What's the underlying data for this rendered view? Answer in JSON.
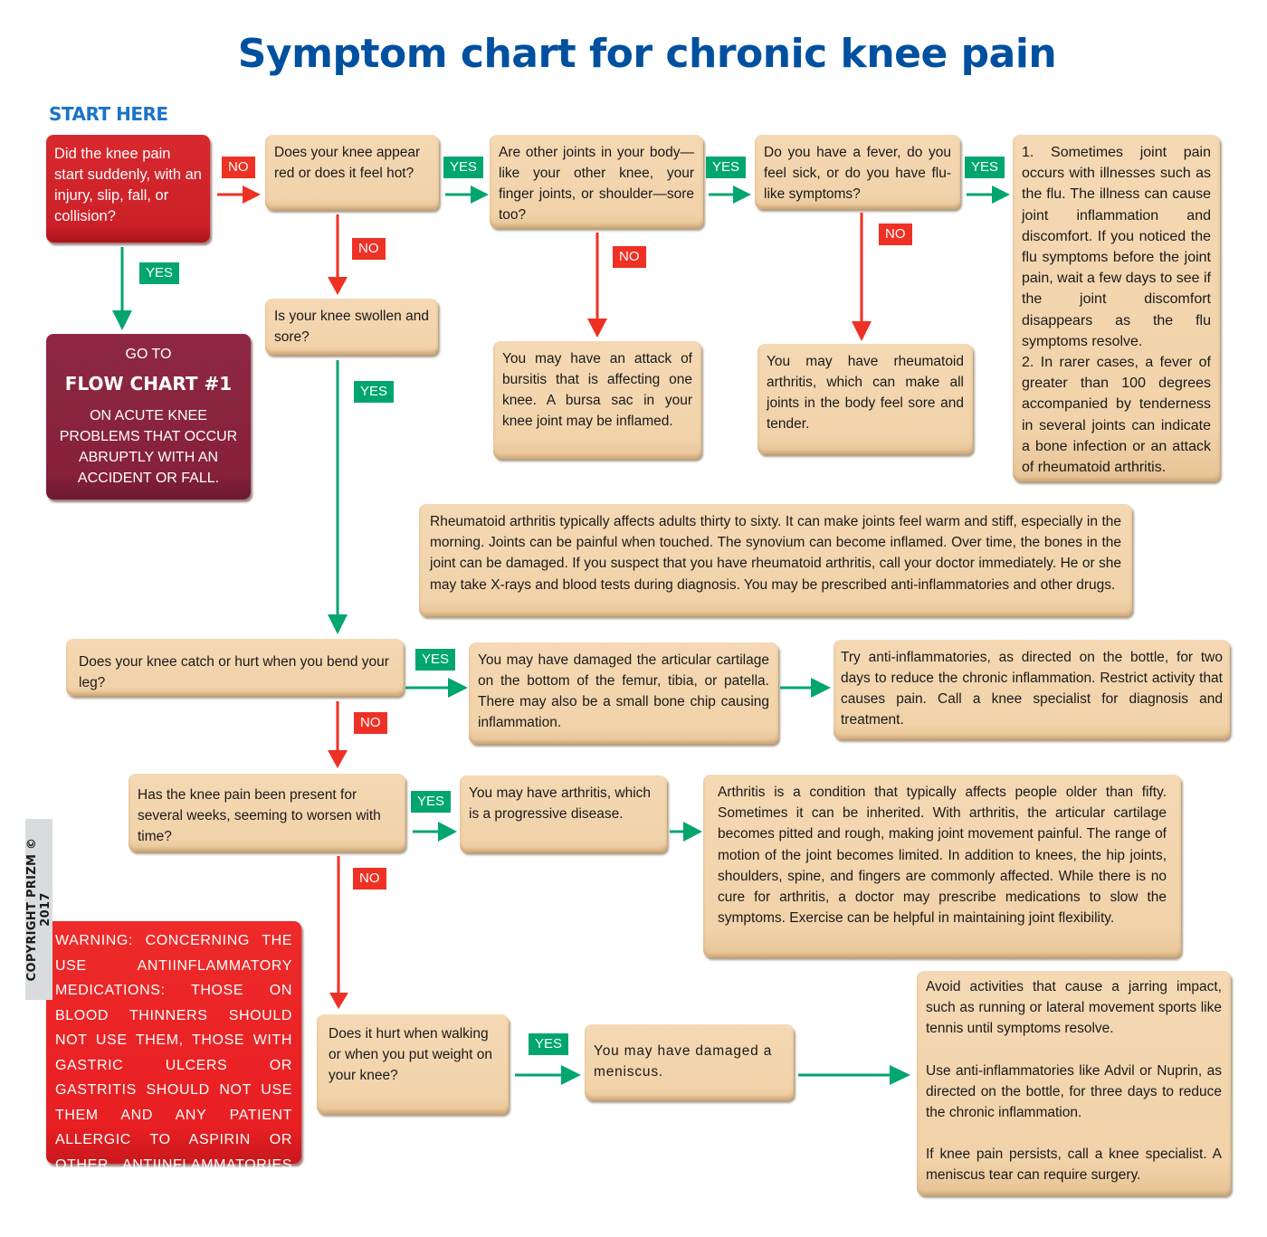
{
  "title": "Symptom chart for chronic knee pain",
  "start_label": "START HERE",
  "colors": {
    "title_blue": "#0050a0",
    "start_blue": "#1a73c8",
    "tan_box": "#f1d2a9",
    "red_box": "#cc2028",
    "maroon_box": "#862139",
    "warning_box": "#e81f23",
    "no_tag": "#ee3124",
    "yes_tag": "#00a66e"
  },
  "labels": {
    "yes": "YES",
    "no": "NO"
  },
  "nodes": {
    "q_sudden": "Did the knee pain start suddenly, with an injury, slip, fall, or collision?",
    "goto_fc1": {
      "go_to": "GO TO",
      "chart": "FLOW CHART #1",
      "desc": "ON ACUTE KNEE PROBLEMS THAT OCCUR ABRUPTLY WITH AN ACCIDENT OR FALL."
    },
    "q_red_hot": "Does your knee appear red or does it feel hot?",
    "q_other_joints": "Are other joints in your body—like your other knee, your finger joints, or shoulder—sore too?",
    "q_fever": "Do you have a fever, do you feel sick, or do you have flu-like symptoms?",
    "flu_info": {
      "p1": "1. Sometimes joint pain occurs with illnesses such as the flu. The illness can cause joint inflammation and discomfort. If you noticed the flu symptoms before the joint pain, wait a few days to see if the joint discomfort disappears as the flu symptoms resolve.",
      "p2": "2. In rarer cases, a fever of greater than 100 degrees accompanied by tenderness in several joints can indicate a bone infection or an attack of rheumatoid arthritis."
    },
    "q_swollen": "Is your knee swollen and sore?",
    "a_bursitis": "You may have an attack of bursitis that is affecting one knee. A bursa sac in your knee joint may be inflamed.",
    "a_rheumatoid": "You may have rheumatoid arthritis, which can make all joints in the body feel sore and tender.",
    "ra_info": "Rheumatoid arthritis typically affects adults thirty to sixty. It can make joints feel warm and stiff, especially in the morning. Joints can be painful when touched. The synovium can become inflamed. Over time, the bones in the joint can be damaged. If you suspect that you have rheumatoid arthritis, call your doctor immediately. He or she may take X-rays and blood tests during diagnosis. You may be prescribed anti-inflammatories and other drugs.",
    "q_catch": "Does your knee catch or hurt when you bend your leg?",
    "a_cartilage": "You may have damaged the articular cartilage on the bottom of the femur, tibia, or  patella. There may also be a small bone chip causing inflammation.",
    "t_cartilage": "Try anti-inflammatories, as directed on the bottle, for two days to reduce the chronic inflammation. Restrict activity that causes pain. Call a knee specialist for diagnosis and treatment.",
    "q_weeks": "Has the knee pain been present for several weeks, seeming to worsen with time?",
    "a_arthritis": "You may have arthritis, which is a progressive disease.",
    "arthritis_info": "Arthritis is a condition that typically affects people older than fifty. Sometimes it can be inherited. With arthritis, the articular cartilage becomes pitted and rough, making joint movement painful. The range of motion of the joint becomes limited. In addition to knees, the hip joints, shoulders, spine, and fingers are commonly affected. While there is no cure for arthritis, a doctor may prescribe medications to slow the symptoms. Exercise can be helpful  in maintaining joint flexibility.",
    "q_walking": "Does it hurt when walking or when you put weight on your knee?",
    "a_meniscus": "You may have damaged a meniscus.",
    "t_meniscus": {
      "p1": "Avoid activities that cause a jarring impact, such as running or lateral movement sports like tennis until symptoms resolve.",
      "p2": "Use anti-inflammatories like Advil or Nuprin, as directed on the bottle, for three days to reduce the chronic inflammation.",
      "p3": "If knee pain persists, call a knee specialist. A meniscus tear can require surgery."
    },
    "warning": "WARNING: CONCERNING THE USE ANTIINFLAMMATORY MEDICATIONS: THOSE ON BLOOD THINNERS SHOULD NOT USE THEM, THOSE WITH GASTRIC ULCERS OR GASTRITIS SHOULD NOT USE THEM AND ANY PATIENT ALLERGIC TO ASPIRIN OR OTHER ANTIINFLAMMATORIES SHOULD NOT USE EITHER."
  },
  "copyright": "COPYRIGHT PRIZM © 2017"
}
